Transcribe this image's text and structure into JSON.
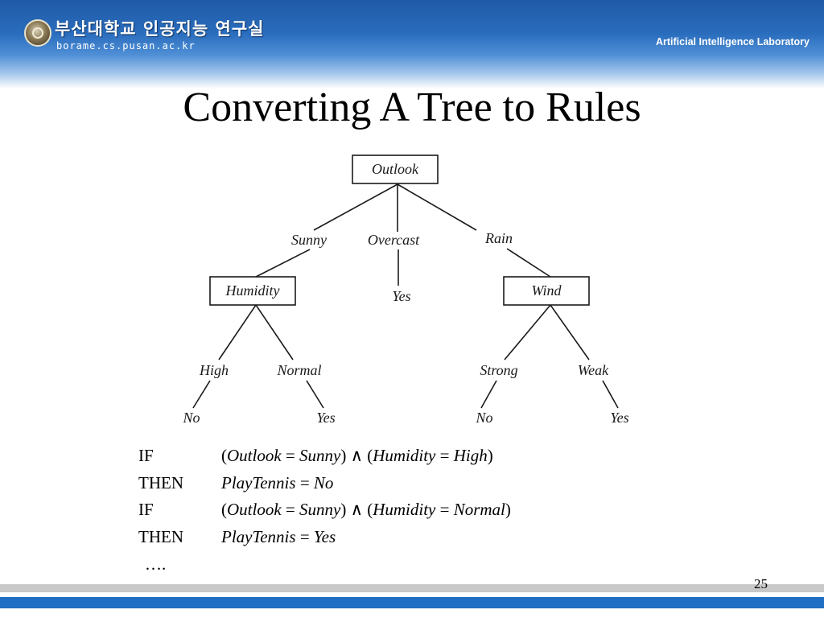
{
  "header": {
    "university": "부산대학교 인공지능 연구실",
    "url": "borame.cs.pusan.ac.kr",
    "lab": "Artificial Intelligence Laboratory"
  },
  "title": "Converting A Tree to Rules",
  "tree": {
    "root": "Outlook",
    "branches": [
      "Sunny",
      "Overcast",
      "Rain"
    ],
    "humidity": "Humidity",
    "overcast_leaf": "Yes",
    "wind": "Wind",
    "humidity_branches": [
      "High",
      "Normal"
    ],
    "wind_branches": [
      "Strong",
      "Weak"
    ],
    "leaves": [
      "No",
      "Yes",
      "No",
      "Yes"
    ]
  },
  "rules": [
    {
      "kw": "IF",
      "attr1": "Outlook",
      "val1": "Sunny",
      "op": "∧",
      "attr2": "Humidity",
      "val2": "High"
    },
    {
      "kw": "THEN",
      "target": "PlayTennis",
      "value": "No"
    },
    {
      "kw": "IF",
      "attr1": "Outlook",
      "val1": "Sunny",
      "op": "∧",
      "attr2": "Humidity",
      "val2": "Normal"
    },
    {
      "kw": "THEN",
      "target": "PlayTennis",
      "value": "Yes"
    }
  ],
  "ellipsis": "….",
  "page_number": "25"
}
